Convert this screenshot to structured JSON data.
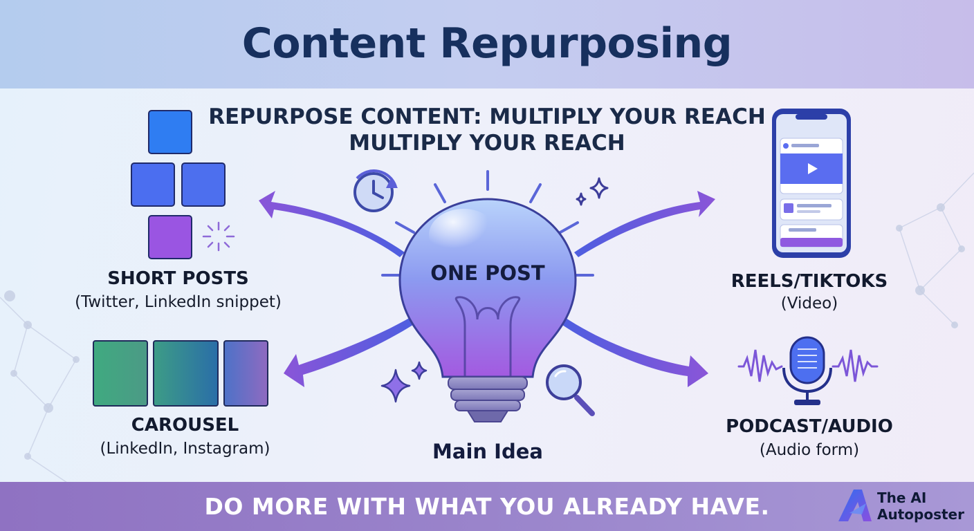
{
  "header": {
    "title": "Content Repurposing"
  },
  "subtitle": {
    "line1": "REPURPOSE CONTENT: MULTIPLY YOUR REACH",
    "line2": "MULTIPLY YOUR REACH"
  },
  "center": {
    "bulb_label": "ONE POST",
    "caption": "Main Idea"
  },
  "outputs": [
    {
      "title": "SHORT POSTS",
      "subtitle": "(Twitter, LinkedIn snippet)"
    },
    {
      "title": "CAROUSEL",
      "subtitle": "(LinkedIn, Instagram)"
    },
    {
      "title": "REELS/TIKTOKS",
      "subtitle": "(Video)"
    },
    {
      "title": "PODCAST/AUDIO",
      "subtitle": "(Audio form)"
    }
  ],
  "footer": {
    "tagline": "DO MORE WITH WHAT YOU ALREADY HAVE.",
    "brand_line1": "The AI",
    "brand_line2": "Autoposter"
  },
  "colors": {
    "title": "#17305e",
    "arrow": "#5b57d6",
    "bulb_top": "#a8c4f7",
    "bulb_bottom": "#a25de0",
    "footer": "#9b86cc"
  },
  "icons": [
    "lightbulb-icon",
    "clock-refresh-icon",
    "sparkle-icon",
    "magnifier-icon",
    "tile-grid-icon",
    "burst-icon",
    "carousel-slides-icon",
    "phone-feed-icon",
    "play-icon",
    "microphone-icon",
    "sound-wave-icon",
    "brand-logo-icon"
  ]
}
